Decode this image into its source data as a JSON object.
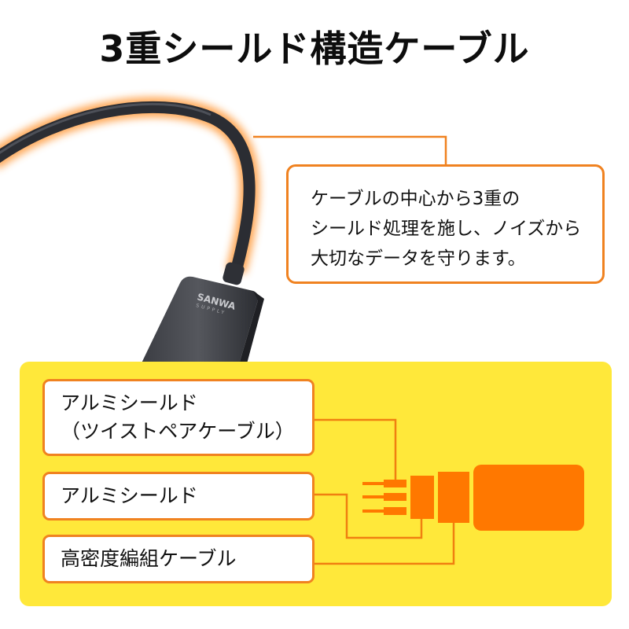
{
  "title": "3重シールド構造ケーブル",
  "callout": {
    "lines": [
      "ケーブルの中心から3重の",
      "シールド処理を施し、ノイズから",
      "大切なデータを守ります。"
    ]
  },
  "product": {
    "brand_line1": "SANWA",
    "brand_line2": "SUPPLY"
  },
  "layers": [
    {
      "line1": "アルミシールド",
      "line2": "（ツイストペアケーブル）"
    },
    {
      "line1": "アルミシールド"
    },
    {
      "line1": "高密度編組ケーブル"
    }
  ],
  "colors": {
    "accent_orange": "#ff7a00",
    "line_orange": "#f08220",
    "panel_yellow": "#ffe83a",
    "cable_dark": "#2b2d33"
  }
}
